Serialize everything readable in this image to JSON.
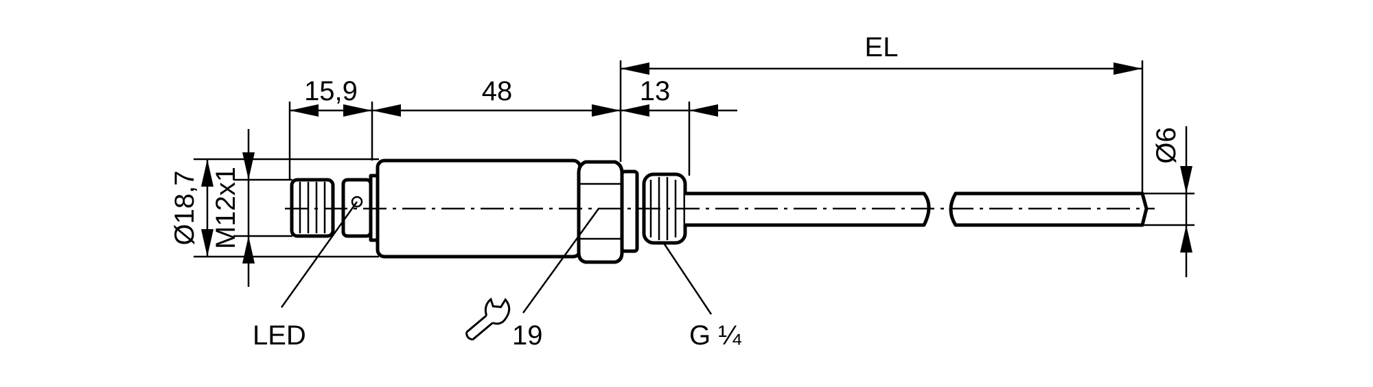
{
  "drawing": {
    "dimensions": {
      "el": "EL",
      "plug_length": "15,9",
      "housing_length": "48",
      "thread_length": "13",
      "housing_diameter": "Ø18,7",
      "connector_thread": "M12x1",
      "probe_diameter": "Ø6"
    },
    "callouts": {
      "led": "LED",
      "wrench_size": "19",
      "process_thread": "G ¼"
    },
    "icons": [
      "wrench-icon"
    ]
  }
}
